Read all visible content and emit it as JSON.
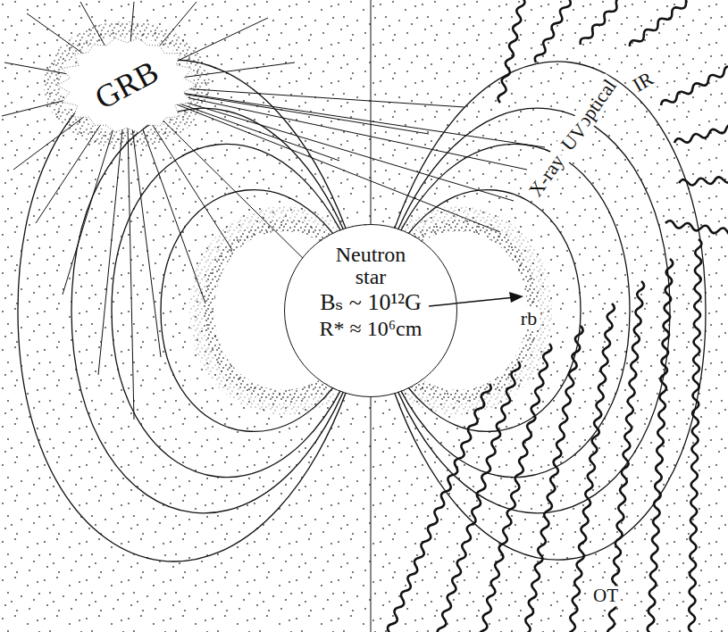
{
  "diagram": {
    "nodes": [
      {
        "text": [
          "GRB"
        ]
      },
      {
        "text": [
          "Neutron star",
          "Bₛ ~ 10¹²G",
          "R* ≈ 10⁶cm"
        ]
      }
    ],
    "labels": [
      "IR",
      "optical",
      "UV",
      "X-ray",
      "rb",
      "OT"
    ]
  }
}
